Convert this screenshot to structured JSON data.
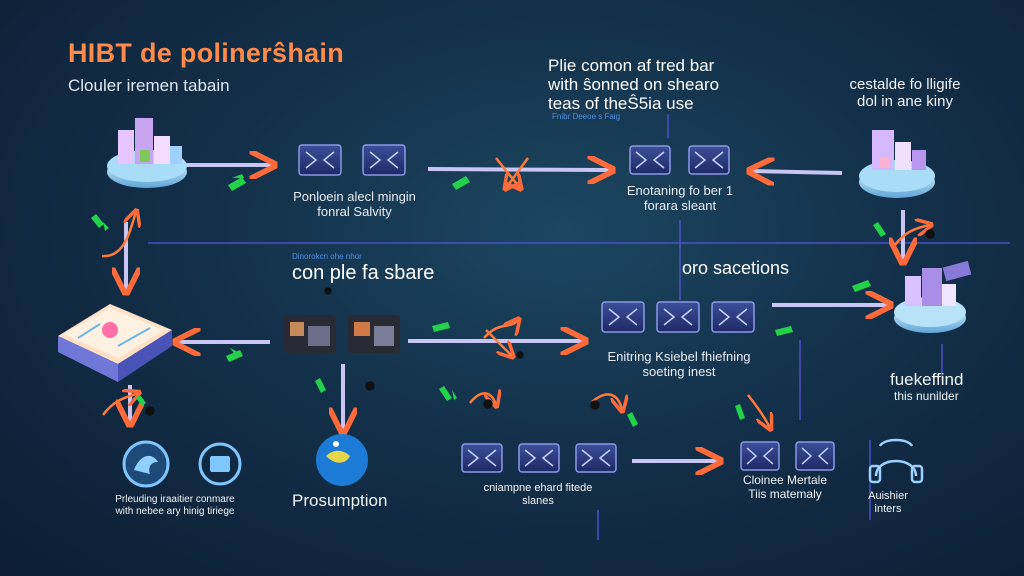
{
  "header": {
    "title": "HIBT de polinerŝhain",
    "subtitle": "Clouler iremen tabain"
  },
  "labels": {
    "top_center": [
      "Plie comon af tred bar",
      "with ŝonned on shearo",
      "teas of theŜ5ia use"
    ],
    "top_center_tag": "Fnibr Deeoe s Faig",
    "top_right": [
      "cestalde fo lligife",
      "dol in ane kiny"
    ],
    "node_a": [
      "Ponloein alecl mingin",
      "fonral Salvity"
    ],
    "node_b": [
      "Enotaning fo ber 1",
      "forara sleant"
    ],
    "section_left_tag": "Dinorokcn ohe nhor",
    "section_left": "con ple fa sbare",
    "section_right": "oro sacetions",
    "node_c": [
      "Enitring Ksiebel fhiefning",
      "soeting inest"
    ],
    "right_mid": [
      "fuekeffind",
      "this nunilder"
    ],
    "bottom_left": [
      "Prleuding iraaitier conmare",
      "with nebee ary hinig tiriege"
    ],
    "prosumption": "Prosumption",
    "bottom_center": [
      "cniampne ehard fitede",
      "slanes"
    ],
    "bottom_right": [
      "Cloinee Mertale",
      "Tiis matemaly"
    ],
    "far_right_bottom": [
      "Auishier",
      "inters"
    ]
  },
  "colors": {
    "accent": "#ff8a4a",
    "arrow": "#c9c6f3",
    "dashed": "#ff7a38",
    "leaf": "#22d34a",
    "line": "#5b5fd0"
  }
}
